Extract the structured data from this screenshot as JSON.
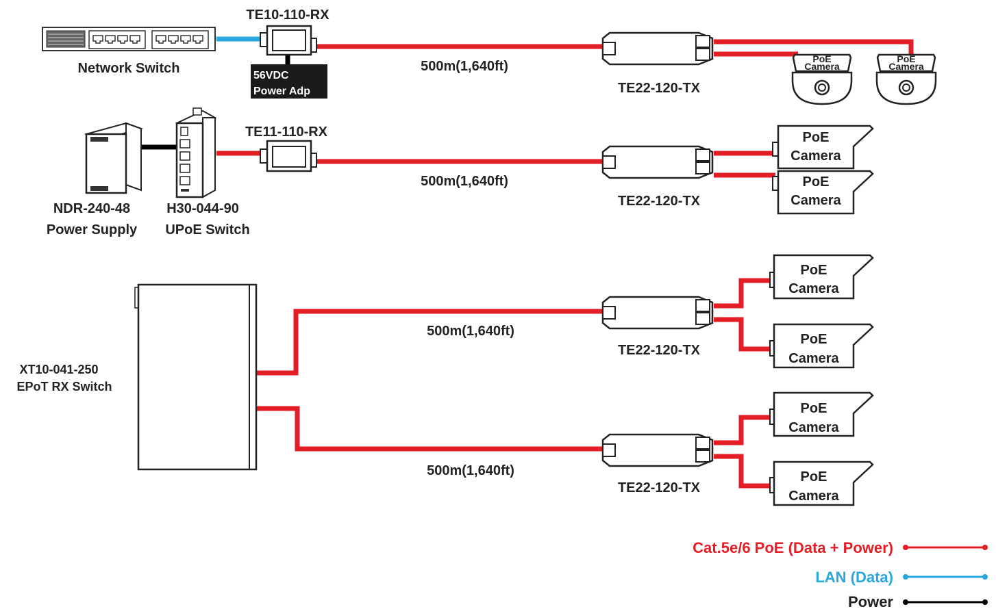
{
  "colors": {
    "poe_line": "#e41e26",
    "lan_line": "#29a8df",
    "power_line": "#000000",
    "device_fill": "#ffffff",
    "device_stroke": "#1a1a1a",
    "badge_fill": "#1a1a1a",
    "text": "#222222"
  },
  "row1": {
    "switch_label": "Network Switch",
    "rx_label": "TE10-110-RX",
    "adapter_line1": "56VDC",
    "adapter_line2": "Power Adp",
    "distance": "500m(1,640ft)",
    "tx_label": "TE22-120-TX",
    "camera_a_line1": "PoE",
    "camera_a_line2": "Camera",
    "camera_b_line1": "PoE",
    "camera_b_line2": "Camera"
  },
  "row2": {
    "psu_line1": "NDR-240-48",
    "psu_line2": "Power Supply",
    "upoe_line1": "H30-044-90",
    "upoe_line2": "UPoE Switch",
    "rx_label": "TE11-110-RX",
    "distance": "500m(1,640ft)",
    "tx_label": "TE22-120-TX",
    "camera_a_line1": "PoE",
    "camera_a_line2": "Camera",
    "camera_b_line1": "PoE",
    "camera_b_line2": "Camera"
  },
  "row3": {
    "switch_line1": "XT10-041-250",
    "switch_line2": "EPoT RX Switch",
    "distance_a": "500m(1,640ft)",
    "tx_a_label": "TE22-120-TX",
    "distance_b": "500m(1,640ft)",
    "tx_b_label": "TE22-120-TX",
    "camera_a_line1": "PoE",
    "camera_a_line2": "Camera",
    "camera_b_line1": "PoE",
    "camera_b_line2": "Camera",
    "camera_c_line1": "PoE",
    "camera_c_line2": "Camera",
    "camera_d_line1": "PoE",
    "camera_d_line2": "Camera"
  },
  "legend": {
    "poe": "Cat.5e/6 PoE (Data + Power)",
    "lan": "LAN (Data)",
    "power": "Power"
  }
}
